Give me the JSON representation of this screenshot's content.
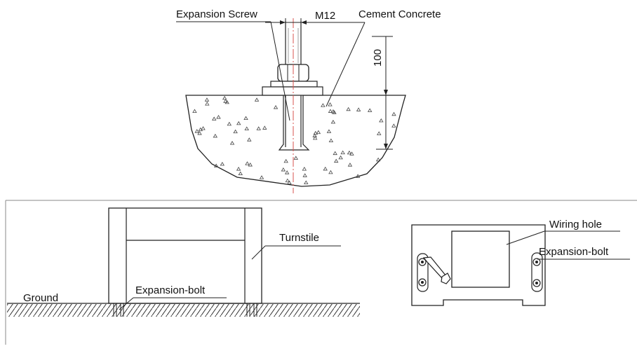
{
  "top_detail": {
    "expansion_screw_label": "Expansion Screw",
    "bolt_size_label": "M12",
    "cement_concrete_label": "Cement Concrete",
    "depth_dimension": "100"
  },
  "side_view": {
    "ground_label": "Ground",
    "expansion_bolt_label": "Expansion-bolt",
    "turnstile_label": "Turnstile"
  },
  "top_view": {
    "wiring_hole_label": "Wiring hole",
    "expansion_bolt_label": "Expansion-bolt"
  },
  "colors": {
    "line": "#222222",
    "centerline": "#d9534f",
    "border": "#888888"
  }
}
